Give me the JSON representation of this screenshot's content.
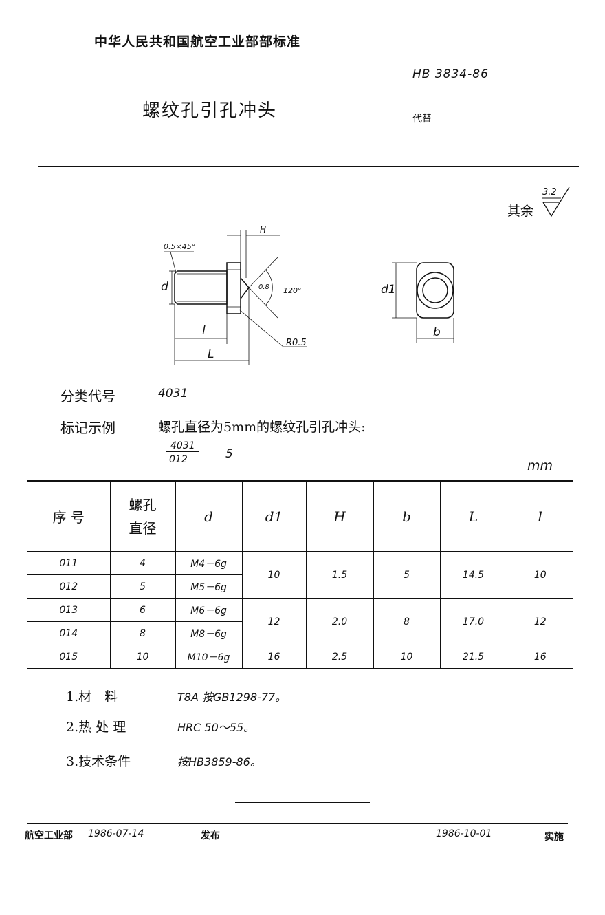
{
  "header": {
    "org": "中华人民共和国航空工业部部标准",
    "standard_no": "HB 3834-86",
    "title": "螺纹孔引孔冲头",
    "replaces_label": "代替"
  },
  "roughness": {
    "label": "其余",
    "value": "3.2"
  },
  "drawing": {
    "chamfer": "0.5×45°",
    "H": "H",
    "d": "d",
    "radius_small": "0.8",
    "angle": "120°",
    "l": "l",
    "L": "L",
    "R": "R0.5",
    "d1": "d1",
    "b": "b"
  },
  "classification": {
    "label": "分类代号",
    "value": "4031"
  },
  "marking": {
    "label": "标记示例",
    "text": "螺孔直径为5mm的螺纹孔引孔冲头:",
    "code_top": "4031",
    "code_bottom": "012",
    "size": "5"
  },
  "unit": "mm",
  "table": {
    "headers": [
      "序 号",
      "螺孔直径",
      "d",
      "d1",
      "H",
      "b",
      "L",
      "l"
    ],
    "rows": [
      [
        "011",
        "4",
        "M4－6g"
      ],
      [
        "012",
        "5",
        "M5－6g"
      ],
      [
        "013",
        "6",
        "M6－6g"
      ],
      [
        "014",
        "8",
        "M8－6g"
      ],
      [
        "015",
        "10",
        "M10－6g"
      ]
    ],
    "groups": [
      {
        "d1": "10",
        "H": "1.5",
        "b": "5",
        "L": "14.5",
        "l": "10"
      },
      {
        "d1": "12",
        "H": "2.0",
        "b": "8",
        "L": "17.0",
        "l": "12"
      },
      {
        "d1": "16",
        "H": "2.5",
        "b": "10",
        "L": "21.5",
        "l": "16"
      }
    ]
  },
  "notes": [
    {
      "label": "1.材　料",
      "value": "T8A 按GB1298-77。"
    },
    {
      "label": "2.热 处 理",
      "value": "HRC 50～55。"
    },
    {
      "label": "3.技术条件",
      "value": "按HB3859-86。"
    }
  ],
  "footer": {
    "issuer": "航空工业部",
    "issue_date": "1986-07-14",
    "issue_label": "发布",
    "effective_date": "1986-10-01",
    "effective_label": "实施"
  }
}
